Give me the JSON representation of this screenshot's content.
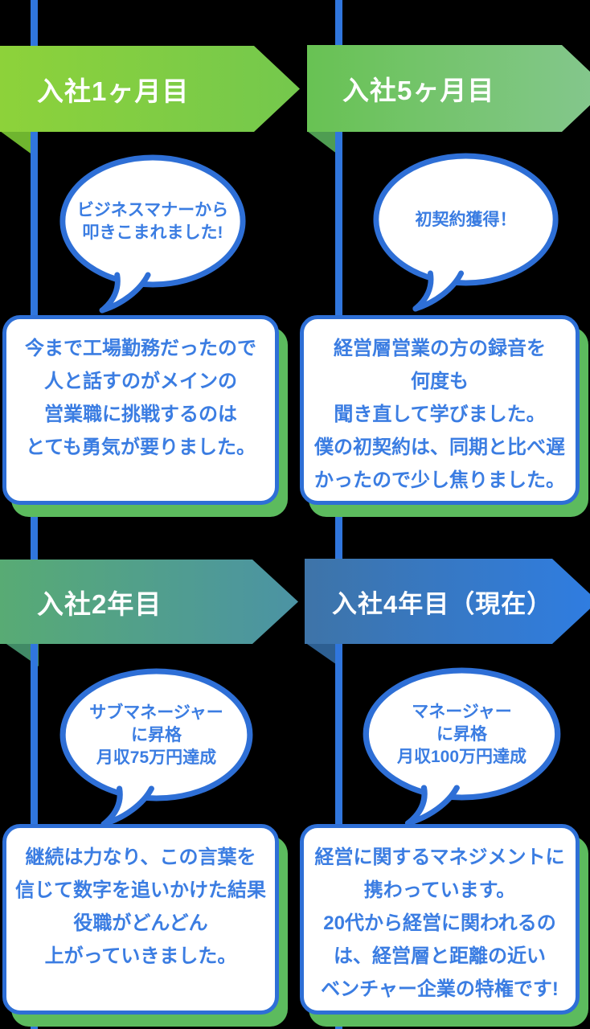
{
  "colors": {
    "background": "#000000",
    "rail_blue": "#3076dd",
    "bubble_border_blue": "#2e6fd6",
    "text_blue": "#3b7de2",
    "card_shadow_green": "#5cbb5e",
    "banner1_gradient": [
      "#8dd23a",
      "#74c84d"
    ],
    "banner2_gradient": [
      "#68c253",
      "#85c78f"
    ],
    "banner3_gradient": [
      "#58ab74",
      "#4b93a4"
    ],
    "banner4_gradient": [
      "#3e74a8",
      "#2f7de2"
    ]
  },
  "sections": [
    {
      "banner": "入社1ヶ月目",
      "bubble": [
        "ビジネスマナーから",
        "叩きこまれました!"
      ],
      "card": [
        "今まで工場勤務だったので",
        "人と話すのがメインの",
        "営業職に挑戦するのは",
        "とても勇気が要りました。"
      ]
    },
    {
      "banner": "入社5ヶ月目",
      "bubble": [
        "初契約獲得！"
      ],
      "card": [
        "経営層営業の方の録音を",
        "何度も",
        "聞き直して学びました。",
        "僕の初契約は、同期と比べ遅",
        "かったので少し焦りました。"
      ]
    },
    {
      "banner": "入社2年目",
      "bubble": [
        "サブマネージャー",
        "に昇格",
        "月収75万円達成"
      ],
      "card": [
        "継続は力なり、この言葉を",
        "信じて数字を追いかけた結果",
        "役職がどんどん",
        "上がっていきました。"
      ]
    },
    {
      "banner": "入社4年目（現在）",
      "bubble": [
        "マネージャー",
        "に昇格",
        "月収100万円達成"
      ],
      "card": [
        "経営に関するマネジメントに",
        "携わっています。",
        "20代から経営に関われるの",
        "は、経営層と距離の近い",
        "ベンチャー企業の特権です!"
      ]
    }
  ]
}
